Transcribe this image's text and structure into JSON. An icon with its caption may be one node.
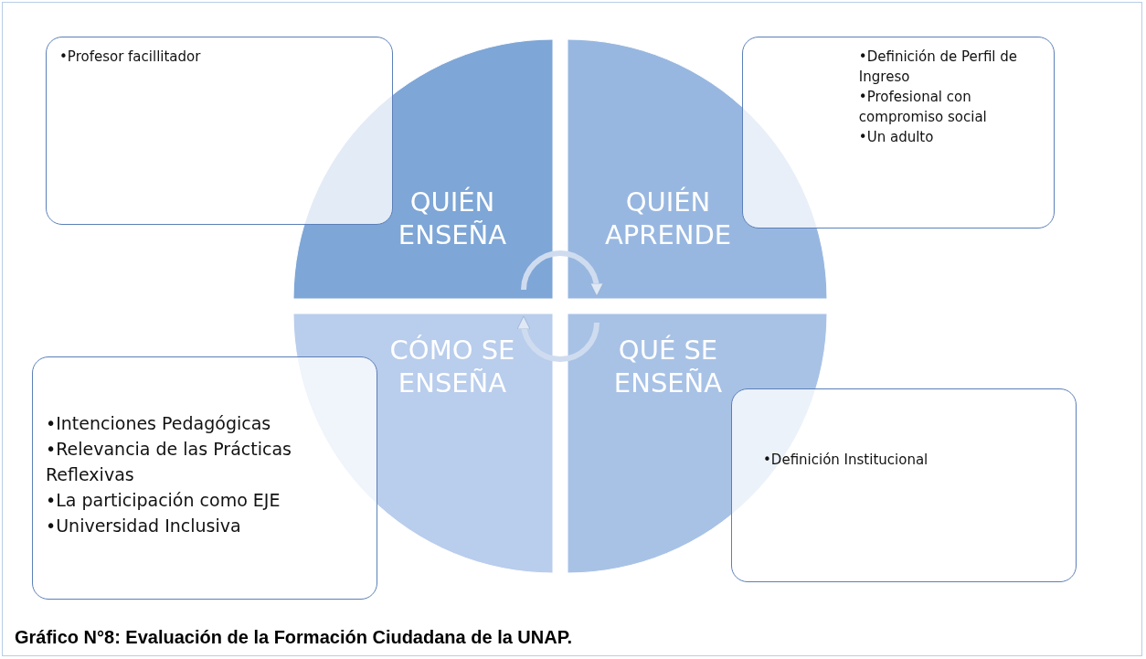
{
  "diagram": {
    "caption": "Gráfico N°8: Evaluación de la Formación Ciudadana de la UNAP.",
    "nodes": [
      {
        "text": [
          "QUIÉN ENSEÑA"
        ]
      },
      {
        "text": [
          "QUIÉN APRENDE"
        ]
      },
      {
        "text": [
          "CÓMO SE ENSEÑA"
        ]
      },
      {
        "text": [
          "QUÉ SE ENSEÑA"
        ]
      },
      {
        "text": [
          "•Profesor facillitador"
        ]
      },
      {
        "text": [
          "•Definición de Perfil de Ingreso",
          "•Profesional con compromiso social",
          "•Un adulto"
        ]
      },
      {
        "text": [
          "•Intenciones Pedagógicas",
          "•Relevancia de las Prácticas Reflexivas",
          "•La participación como EJE",
          "•Universidad Inclusiva"
        ]
      },
      {
        "text": [
          "•Definición Institucional"
        ]
      }
    ],
    "edges": [
      {
        "from": 0,
        "to": 1,
        "arrow": "to"
      },
      {
        "from": 3,
        "to": 2,
        "arrow": "to"
      }
    ]
  }
}
